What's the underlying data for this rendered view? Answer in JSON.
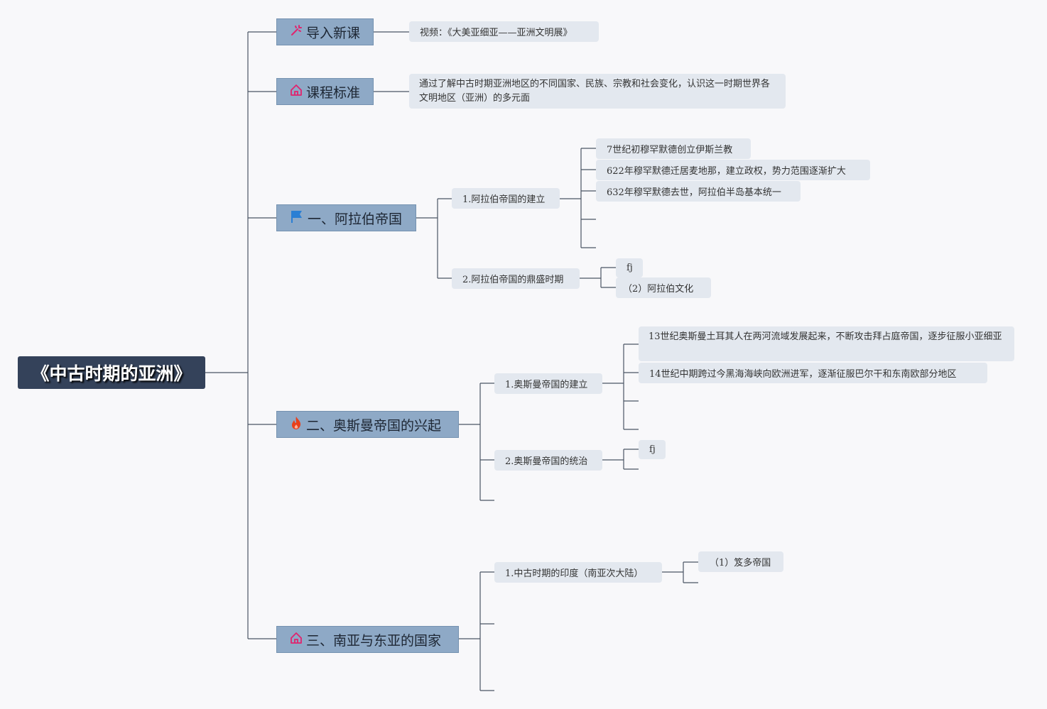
{
  "root": {
    "title": "《中古时期的亚洲》"
  },
  "branches": {
    "intro": {
      "icon": "magic-wand-icon",
      "label": "导入新课",
      "children": [
        "视频：《大美亚细亚——亚洲文明展》"
      ]
    },
    "standard": {
      "icon": "home-icon",
      "label": "课程标准",
      "children": [
        "通过了解中古时期亚洲地区的不同国家、民族、宗教和社会变化，认识这一时期世界各文明地区（亚洲）的多元面"
      ]
    },
    "arab": {
      "icon": "flag-icon",
      "label": "一、阿拉伯帝国",
      "subs": [
        {
          "label": "1.阿拉伯帝国的建立",
          "children": [
            "7世纪初穆罕默德创立伊斯兰教",
            "622年穆罕默德迁居麦地那，建立政权，势力范围逐渐扩大",
            "632年穆罕默德去世，阿拉伯半岛基本统一"
          ]
        },
        {
          "label": "2.阿拉伯帝国的鼎盛时期",
          "children": [
            "fj",
            "（2）阿拉伯文化"
          ]
        }
      ]
    },
    "ottoman": {
      "icon": "fire-icon",
      "label": "二、奥斯曼帝国的兴起",
      "subs": [
        {
          "label": "1.奥斯曼帝国的建立",
          "children": [
            "13世纪奥斯曼土耳其人在两河流域发展起来，不断攻击拜占庭帝国，逐步征服小亚细亚",
            "14世纪中期跨过今黑海海峡向欧洲进军，逐渐征服巴尔干和东南欧部分地区"
          ]
        },
        {
          "label": "2.奥斯曼帝国的统治",
          "children": [
            "fj"
          ]
        }
      ]
    },
    "southeast": {
      "icon": "home-icon",
      "label": "三、南亚与东亚的国家",
      "subs": [
        {
          "label": "1.中古时期的印度（南亚次大陆）",
          "children": [
            "（1）笈多帝国"
          ]
        }
      ]
    }
  },
  "colors": {
    "root_bg": "#34425a",
    "main_bg": "#8ea9c6",
    "node_bg": "#e3e8ef",
    "line": "#4a5463",
    "icon_pink": "#e0246e",
    "icon_blue": "#2a7fd4",
    "icon_red": "#e8401c"
  }
}
